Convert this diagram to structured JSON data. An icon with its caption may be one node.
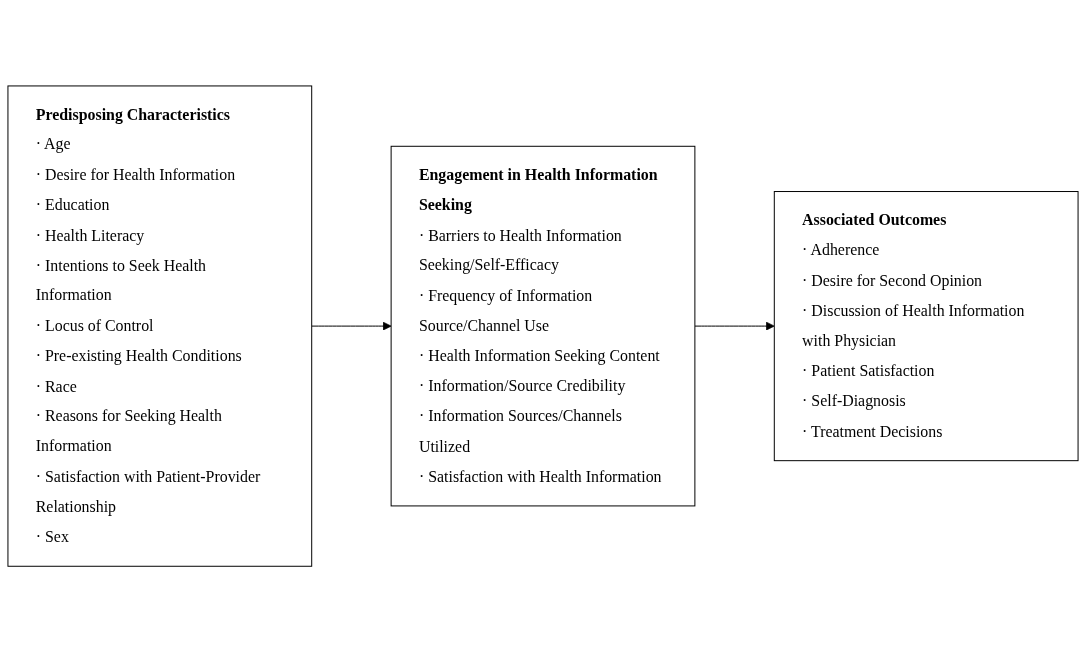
{
  "diagram": {
    "nodes": [
      {
        "text": [
          "Predisposing Characteristics",
          "· Age",
          "· Desire for Health Information",
          "· Education",
          "· Health Literacy",
          "· Intentions to Seek Health Information",
          "· Locus of Control",
          "· Pre-existing Health Conditions",
          "· Race",
          "· Reasons for Seeking Health Information",
          "· Satisfaction with Patient-Provider Relationship",
          "· Sex"
        ]
      },
      {
        "text": [
          "Engagement in Health Information Seeking",
          "· Barriers to Health Information Seeking/Self-Efficacy",
          "· Frequency of Information Source/Channel Use",
          "· Health Information Seeking Content",
          "· Information/Source Credibility",
          "· Information Sources/Channels Utilized",
          "· Satisfaction with Health Information"
        ]
      },
      {
        "text": [
          "Associated Outcomes",
          "· Adherence",
          "· Desire for Second Opinion",
          "· Discussion of Health Information with Physician",
          "· Patient Satisfaction",
          "· Self-Diagnosis",
          "· Treatment Decisions"
        ]
      }
    ],
    "edges": [
      {
        "from": 0,
        "to": 1,
        "arrow": "to"
      },
      {
        "from": 1,
        "to": 2,
        "arrow": "to"
      }
    ]
  }
}
